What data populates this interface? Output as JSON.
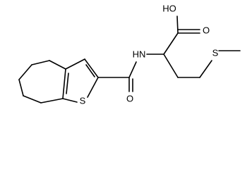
{
  "molecule": {
    "atoms": {
      "hydroxyl": "HO",
      "carbonyl_oxygen_acid": "O",
      "amide_nitrogen": "HN",
      "thiophene_sulfur": "S",
      "amide_oxygen": "O",
      "thioether_sulfur": "S"
    }
  },
  "colors": {
    "bond": "#000000",
    "label": "#000000",
    "background": "#ffffff"
  }
}
